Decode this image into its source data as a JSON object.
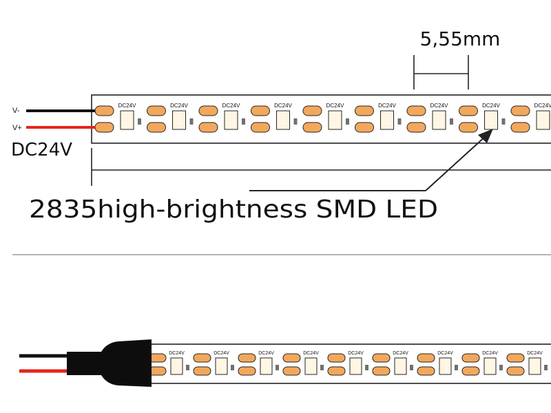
{
  "strip_top": {
    "pitch_label": "5,55mm",
    "wire_negative_label": "V-",
    "wire_positive_label": "V+",
    "voltage_label": "DC24V",
    "led_type_label": "2835high-brightness SMD LED",
    "led_marking": "DC24V"
  },
  "strip_bottom": {
    "led_marking": "DC24V"
  },
  "colors": {
    "pad": "#f2a85c",
    "chip": "#fff6e3",
    "resistor": "#707070",
    "wire_red": "#e8231c",
    "wire_black": "#111111",
    "outline": "#222222"
  }
}
